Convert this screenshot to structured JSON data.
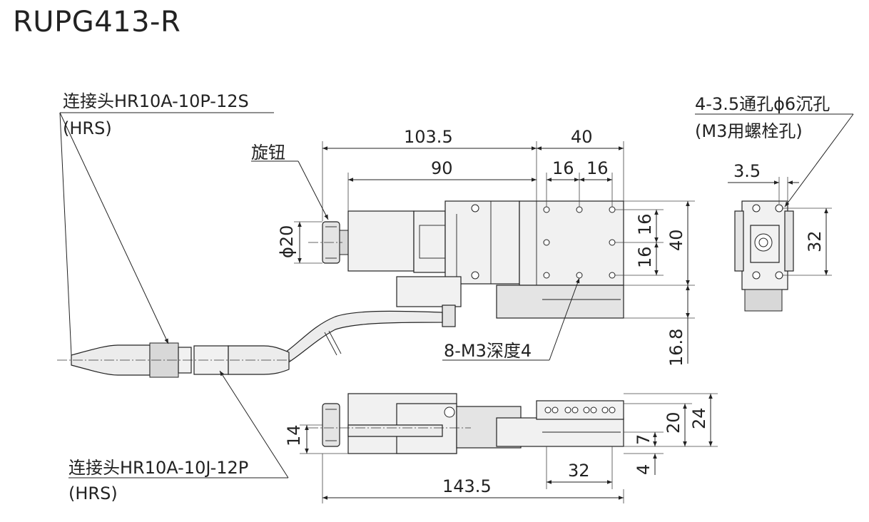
{
  "title": "RUPG413-R",
  "labels": {
    "connector_top_line1": "连接头HR10A-10P-12S",
    "connector_top_line2": "(HRS)",
    "knob": "旋钮",
    "holes_line1": "4-3.5通孔ϕ6沉孔",
    "holes_line2": "(M3用螺栓孔)",
    "tapped": "8-M3深度4",
    "connector_bottom_line1": "连接头HR10A-10J-12P",
    "connector_bottom_line2": "(HRS)"
  },
  "dimensions": {
    "d103_5": "103.5",
    "d40_top": "40",
    "d90": "90",
    "d16a": "16",
    "d16b": "16",
    "d16_v1": "16",
    "d16_v2": "16",
    "d40_v": "40",
    "phi20": "ϕ20",
    "d16_8": "16.8",
    "d3_5": "3.5",
    "d32_side": "32",
    "d14": "14",
    "d20": "20",
    "d24": "24",
    "d7": "7",
    "d4": "4",
    "d32_bottom": "32",
    "d143_5": "143.5"
  }
}
